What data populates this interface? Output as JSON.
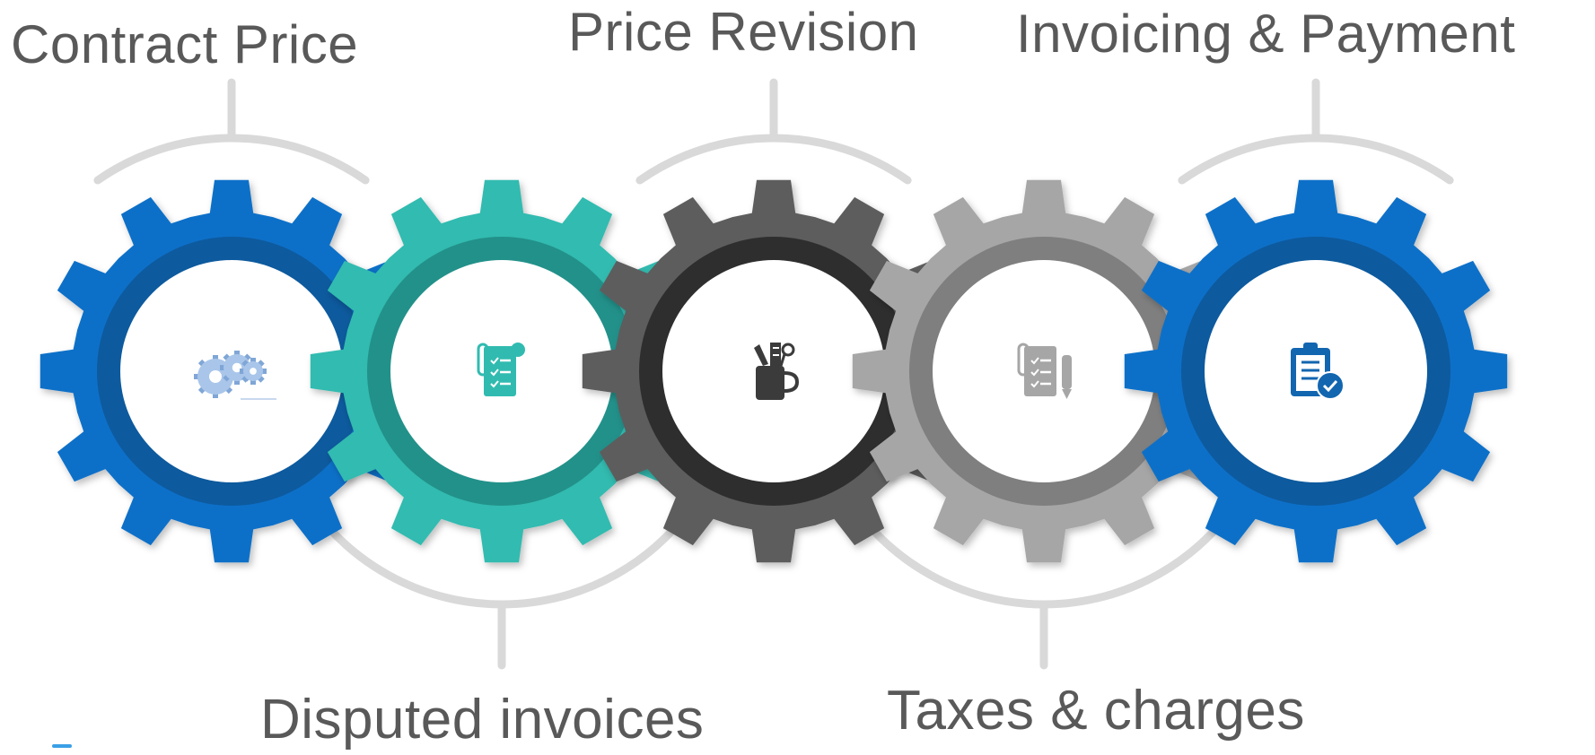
{
  "diagram": {
    "stages": [
      {
        "label": "Contract Price",
        "label_side": "top",
        "icon": "gears-icon",
        "color": "#0a6fc8",
        "inner_ring": "#0d5a9e"
      },
      {
        "label": "Disputed invoices",
        "label_side": "bottom",
        "icon": "checklist-scroll-icon",
        "color": "#31bbb0",
        "inner_ring": "#24918a"
      },
      {
        "label": "Price Revision",
        "label_side": "top",
        "icon": "pencil-cup-icon",
        "color": "#5d5d5d",
        "inner_ring": "#2f2f2f"
      },
      {
        "label": "Taxes & charges",
        "label_side": "bottom",
        "icon": "document-pen-icon",
        "color": "#a6a6a6",
        "inner_ring": "#7f7f7f"
      },
      {
        "label": "Invoicing  & Payment",
        "label_side": "top",
        "icon": "clipboard-check-icon",
        "color": "#0a6fc8",
        "inner_ring": "#0d5a9e"
      }
    ],
    "connector_color": "#d9d9d9"
  }
}
